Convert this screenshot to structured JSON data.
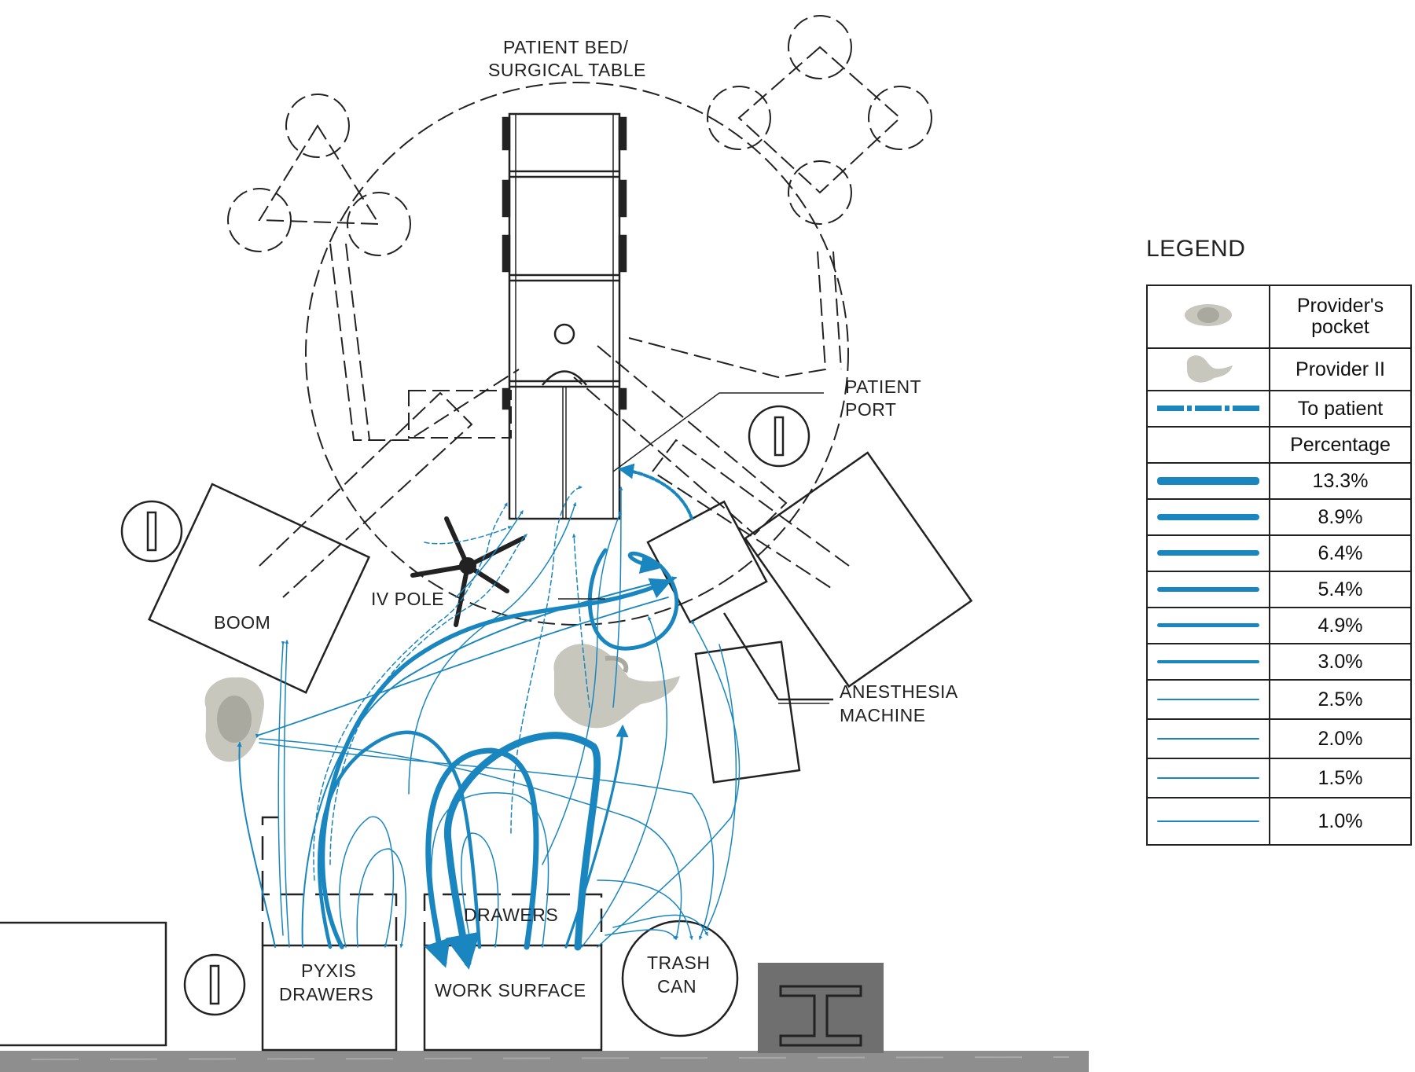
{
  "labels": {
    "patient_bed": [
      "PATIENT BED/",
      "SURGICAL TABLE"
    ],
    "patient_port": [
      "PATIENT",
      "PORT"
    ],
    "iv_pole": "IV POLE",
    "boom": "BOOM",
    "anesthesia_machine": [
      "ANESTHESIA",
      "MACHINE"
    ],
    "pyxis_drawers": [
      "PYXIS",
      "DRAWERS"
    ],
    "drawers": "DRAWERS",
    "work_surface": "WORK SURFACE",
    "trash_can": [
      "TRASH",
      "CAN"
    ]
  },
  "legend": {
    "title": "LEGEND",
    "rows": [
      {
        "symbol": "providers-pocket",
        "label": "Provider's pocket"
      },
      {
        "symbol": "provider-ii",
        "label": "Provider II"
      },
      {
        "symbol": "to-patient-dashed-line",
        "label": "To patient"
      },
      {
        "symbol": "",
        "label": "Percentage"
      },
      {
        "symbol": "flow-line",
        "label": "13.3%"
      },
      {
        "symbol": "flow-line",
        "label": "8.9%"
      },
      {
        "symbol": "flow-line",
        "label": "6.4%"
      },
      {
        "symbol": "flow-line",
        "label": "5.4%"
      },
      {
        "symbol": "flow-line",
        "label": "4.9%"
      },
      {
        "symbol": "flow-line",
        "label": "3.0%"
      },
      {
        "symbol": "flow-line",
        "label": "2.5%"
      },
      {
        "symbol": "flow-line",
        "label": "2.0%"
      },
      {
        "symbol": "flow-line",
        "label": "1.5%"
      },
      {
        "symbol": "flow-line",
        "label": "1.0%"
      }
    ]
  },
  "colors": {
    "flow": "#1a86bf",
    "provider": "#c7c7bd",
    "provider_shadow": "#a9a99f",
    "floor": "#8e8e8e",
    "column": "#6f6f6f",
    "line": "#222222"
  }
}
